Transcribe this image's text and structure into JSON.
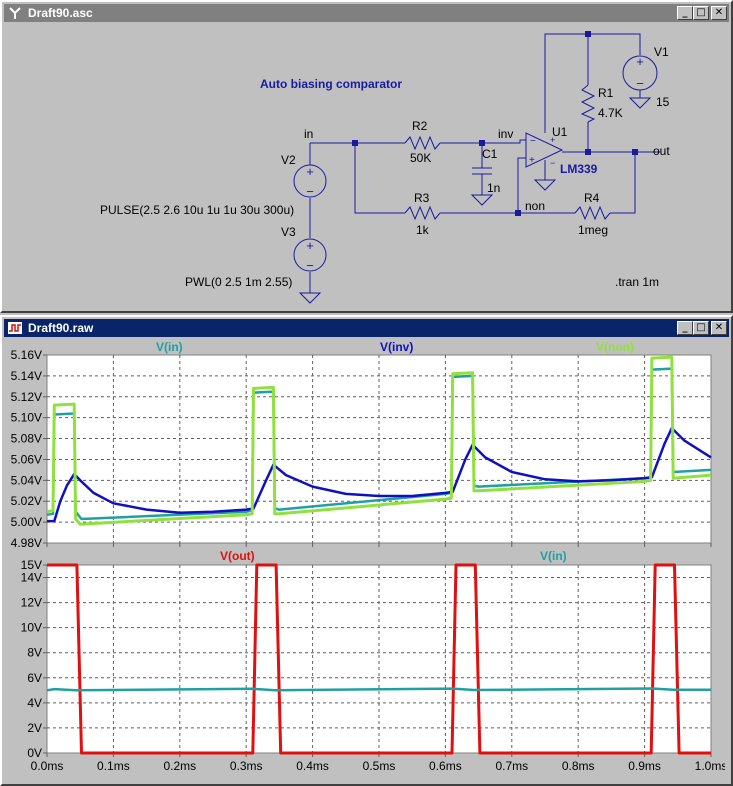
{
  "schematic": {
    "window_title": "Draft90.asc",
    "title_text": "Auto biasing comparator",
    "nets": {
      "in": "in",
      "inv": "inv",
      "non": "non",
      "out": "out"
    },
    "components": {
      "R1": {
        "name": "R1",
        "value": "4.7K"
      },
      "R2": {
        "name": "R2",
        "value": "50K"
      },
      "R3": {
        "name": "R3",
        "value": "1k"
      },
      "R4": {
        "name": "R4",
        "value": "1meg"
      },
      "C1": {
        "name": "C1",
        "value": "1n"
      },
      "U1": {
        "name": "U1",
        "value": "LM339"
      },
      "V1": {
        "name": "V1",
        "value": "15"
      },
      "V2": {
        "name": "V2",
        "value": "PULSE(2.5 2.6 10u 1u 1u 30u 300u)"
      },
      "V3": {
        "name": "V3",
        "value": "PWL(0 2.5 1m 2.55)"
      }
    },
    "directive": ".tran 1m"
  },
  "waveform": {
    "window_title": "Draft90.raw",
    "pane1_legend": [
      {
        "label": "V(in)",
        "color": "#20a0a0"
      },
      {
        "label": "V(inv)",
        "color": "#1010c0"
      },
      {
        "label": "V(non)",
        "color": "#90e040"
      }
    ],
    "pane2_legend": [
      {
        "label": "V(out)",
        "color": "#e01010"
      },
      {
        "label": "V(in)",
        "color": "#20a0a0"
      }
    ],
    "x_ticks": [
      "0.0ms",
      "0.1ms",
      "0.2ms",
      "0.3ms",
      "0.4ms",
      "0.5ms",
      "0.6ms",
      "0.7ms",
      "0.8ms",
      "0.9ms",
      "1.0ms"
    ],
    "pane1_y_ticks": [
      "5.16V",
      "5.14V",
      "5.12V",
      "5.10V",
      "5.08V",
      "5.06V",
      "5.04V",
      "5.02V",
      "5.00V",
      "4.98V"
    ],
    "pane2_y_ticks": [
      "15V",
      "14V",
      "12V",
      "10V",
      "8V",
      "6V",
      "4V",
      "2V",
      "0V"
    ]
  },
  "chart_data": [
    {
      "type": "line",
      "xlabel": "",
      "ylabel": "",
      "x_unit": "ms",
      "xlim": [
        0,
        1.0
      ],
      "ylim": [
        4.98,
        5.16
      ],
      "grid": true,
      "series": [
        {
          "name": "V(in)",
          "color": "#20a0a0",
          "points": [
            [
              0,
              5.007
            ],
            [
              0.009,
              5.008
            ],
            [
              0.011,
              5.103
            ],
            [
              0.041,
              5.104
            ],
            [
              0.043,
              5.01
            ],
            [
              0.052,
              5.003
            ],
            [
              0.3,
              5.01
            ],
            [
              0.309,
              5.011
            ],
            [
              0.311,
              5.124
            ],
            [
              0.341,
              5.125
            ],
            [
              0.343,
              5.013
            ],
            [
              0.35,
              5.012
            ],
            [
              0.6,
              5.027
            ],
            [
              0.609,
              5.028
            ],
            [
              0.611,
              5.139
            ],
            [
              0.641,
              5.14
            ],
            [
              0.643,
              5.035
            ],
            [
              0.65,
              5.034
            ],
            [
              0.9,
              5.042
            ],
            [
              0.909,
              5.043
            ],
            [
              0.911,
              5.146
            ],
            [
              0.941,
              5.147
            ],
            [
              0.943,
              5.048
            ],
            [
              1.0,
              5.05
            ]
          ]
        },
        {
          "name": "V(inv)",
          "color": "#1010c0",
          "points": [
            [
              0,
              5.001
            ],
            [
              0.011,
              5.001
            ],
            [
              0.02,
              5.02
            ],
            [
              0.03,
              5.035
            ],
            [
              0.041,
              5.046
            ],
            [
              0.05,
              5.04
            ],
            [
              0.07,
              5.028
            ],
            [
              0.1,
              5.018
            ],
            [
              0.15,
              5.012
            ],
            [
              0.2,
              5.009
            ],
            [
              0.25,
              5.01
            ],
            [
              0.3,
              5.012
            ],
            [
              0.311,
              5.013
            ],
            [
              0.33,
              5.04
            ],
            [
              0.341,
              5.055
            ],
            [
              0.36,
              5.045
            ],
            [
              0.4,
              5.034
            ],
            [
              0.45,
              5.027
            ],
            [
              0.5,
              5.025
            ],
            [
              0.55,
              5.025
            ],
            [
              0.6,
              5.028
            ],
            [
              0.611,
              5.029
            ],
            [
              0.63,
              5.06
            ],
            [
              0.641,
              5.074
            ],
            [
              0.66,
              5.062
            ],
            [
              0.7,
              5.048
            ],
            [
              0.75,
              5.041
            ],
            [
              0.8,
              5.039
            ],
            [
              0.85,
              5.04
            ],
            [
              0.9,
              5.042
            ],
            [
              0.911,
              5.043
            ],
            [
              0.93,
              5.075
            ],
            [
              0.941,
              5.09
            ],
            [
              0.96,
              5.078
            ],
            [
              1.0,
              5.062
            ]
          ]
        },
        {
          "name": "V(non)",
          "color": "#90e040",
          "points": [
            [
              0,
              5.01
            ],
            [
              0.009,
              5.011
            ],
            [
              0.011,
              5.112
            ],
            [
              0.041,
              5.113
            ],
            [
              0.043,
              5.003
            ],
            [
              0.05,
              4.998
            ],
            [
              0.3,
              5.007
            ],
            [
              0.309,
              5.008
            ],
            [
              0.311,
              5.128
            ],
            [
              0.341,
              5.129
            ],
            [
              0.343,
              5.008
            ],
            [
              0.35,
              5.008
            ],
            [
              0.6,
              5.022
            ],
            [
              0.609,
              5.023
            ],
            [
              0.611,
              5.142
            ],
            [
              0.641,
              5.143
            ],
            [
              0.643,
              5.03
            ],
            [
              0.65,
              5.03
            ],
            [
              0.9,
              5.039
            ],
            [
              0.909,
              5.04
            ],
            [
              0.911,
              5.157
            ],
            [
              0.941,
              5.158
            ],
            [
              0.943,
              5.042
            ],
            [
              1.0,
              5.045
            ]
          ]
        }
      ]
    },
    {
      "type": "line",
      "xlabel": "",
      "ylabel": "",
      "x_unit": "ms",
      "xlim": [
        0,
        1.0
      ],
      "ylim": [
        0,
        15
      ],
      "grid": true,
      "series": [
        {
          "name": "V(out)",
          "color": "#e01010",
          "points": [
            [
              0,
              15
            ],
            [
              0.045,
              15
            ],
            [
              0.052,
              0
            ],
            [
              0.31,
              0
            ],
            [
              0.316,
              15
            ],
            [
              0.345,
              15
            ],
            [
              0.352,
              0
            ],
            [
              0.61,
              0
            ],
            [
              0.616,
              15
            ],
            [
              0.645,
              15
            ],
            [
              0.652,
              0
            ],
            [
              0.91,
              0
            ],
            [
              0.916,
              15
            ],
            [
              0.945,
              15
            ],
            [
              0.952,
              0
            ],
            [
              1.0,
              0
            ]
          ]
        },
        {
          "name": "V(in)",
          "color": "#20a0a0",
          "points": [
            [
              0,
              5.0
            ],
            [
              0.011,
              5.1
            ],
            [
              0.043,
              5.0
            ],
            [
              0.311,
              5.12
            ],
            [
              0.343,
              5.01
            ],
            [
              0.611,
              5.14
            ],
            [
              0.643,
              5.03
            ],
            [
              0.911,
              5.15
            ],
            [
              0.943,
              5.05
            ],
            [
              1.0,
              5.05
            ]
          ]
        }
      ]
    }
  ]
}
